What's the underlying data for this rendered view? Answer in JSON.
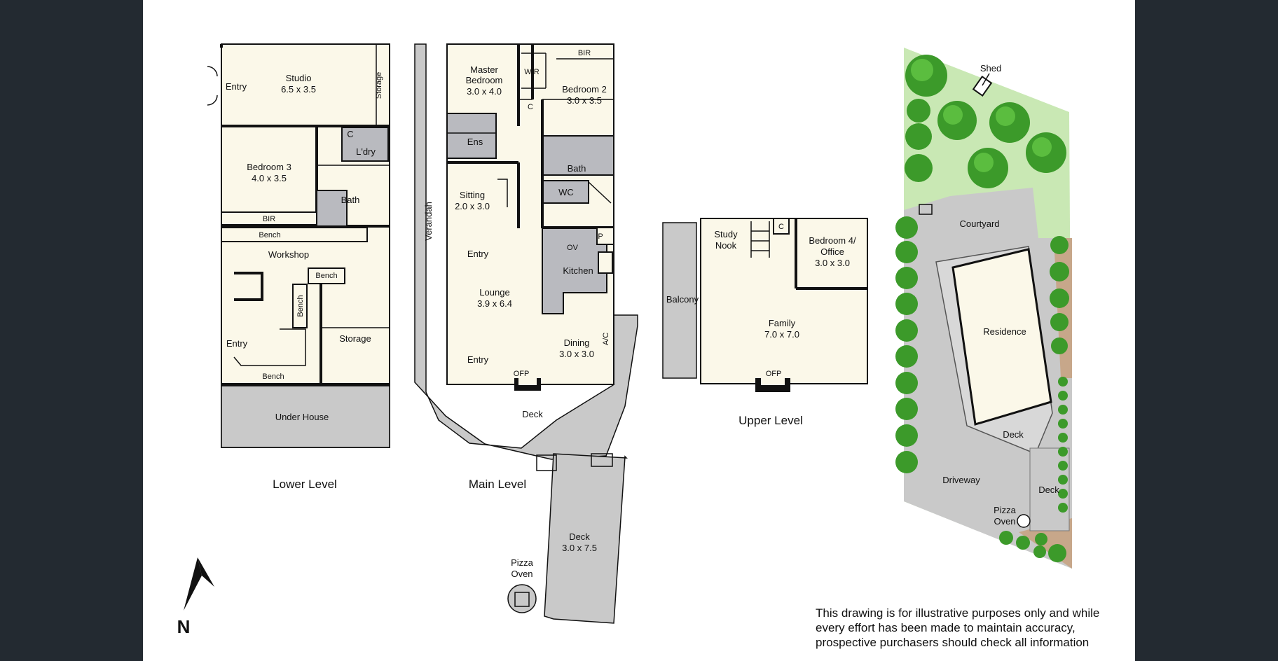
{
  "lower_level": {
    "title": "Lower Level",
    "rooms": {
      "studio": "Studio",
      "studio_size": "6.5 x 3.5",
      "entry_top": "Entry",
      "storage_vertical": "Storage",
      "bedroom3": "Bedroom 3",
      "bedroom3_size": "4.0 x 3.5",
      "laundry": "L'dry",
      "bath": "Bath",
      "bir": "BIR",
      "cupboard": "C",
      "bench_top": "Bench",
      "workshop": "Workshop",
      "bench_mid": "Bench",
      "bench_vertical": "Bench",
      "entry_bottom": "Entry",
      "storage": "Storage",
      "bench_bottom": "Bench",
      "under_house": "Under House"
    }
  },
  "main_level": {
    "title": "Main Level",
    "rooms": {
      "master": "Master",
      "master_line2": "Bedroom",
      "master_size": "3.0 x 4.0",
      "wir": "WIR",
      "bir": "BIR",
      "bedroom2": "Bedroom 2",
      "bedroom2_size": "3.0 x 3.5",
      "cupboard": "C",
      "ensuite": "Ens",
      "bath": "Bath",
      "wc": "WC",
      "sitting": "Sitting",
      "sitting_size": "2.0 x 3.0",
      "verandah": "Verandah",
      "oven": "OV",
      "pantry": "P",
      "entry_top": "Entry",
      "kitchen": "Kitchen",
      "lounge": "Lounge",
      "lounge_size": "3.9 x 6.4",
      "dining": "Dining",
      "dining_size": "3.0 x 3.0",
      "ac": "A/C",
      "entry_bottom": "Entry",
      "ofp": "OFP",
      "deck": "Deck",
      "deck2": "Deck",
      "deck2_size": "3.0 x 7.5",
      "pizza": "Pizza",
      "pizza_line2": "Oven"
    }
  },
  "upper_level": {
    "title": "Upper Level",
    "rooms": {
      "study": "Study",
      "study_line2": "Nook",
      "cupboard": "C",
      "bedroom4": "Bedroom 4/",
      "bedroom4_line2": "Office",
      "bedroom4_size": "3.0 x 3.0",
      "balcony": "Balcony",
      "family": "Family",
      "family_size": "7.0 x 7.0",
      "ofp": "OFP"
    }
  },
  "site_plan": {
    "shed": "Shed",
    "courtyard": "Courtyard",
    "residence": "Residence",
    "deck": "Deck",
    "driveway": "Driveway",
    "deck_side": "Deck",
    "pizza": "Pizza",
    "pizza_line2": "Oven"
  },
  "compass": {
    "north": "N"
  },
  "disclaimer": {
    "line1": "This drawing is for illustrative purposes only and while",
    "line2": "every effort has been made to maintain accuracy,",
    "line3": "prospective purchasers should check all information"
  },
  "colors": {
    "background": "#232a31",
    "room_fill": "#fbf8e9",
    "wet_area": "#b9babf",
    "deck": "#c9c9c9",
    "garden": "#c9e8b4",
    "trees": "#3c9a2a"
  }
}
